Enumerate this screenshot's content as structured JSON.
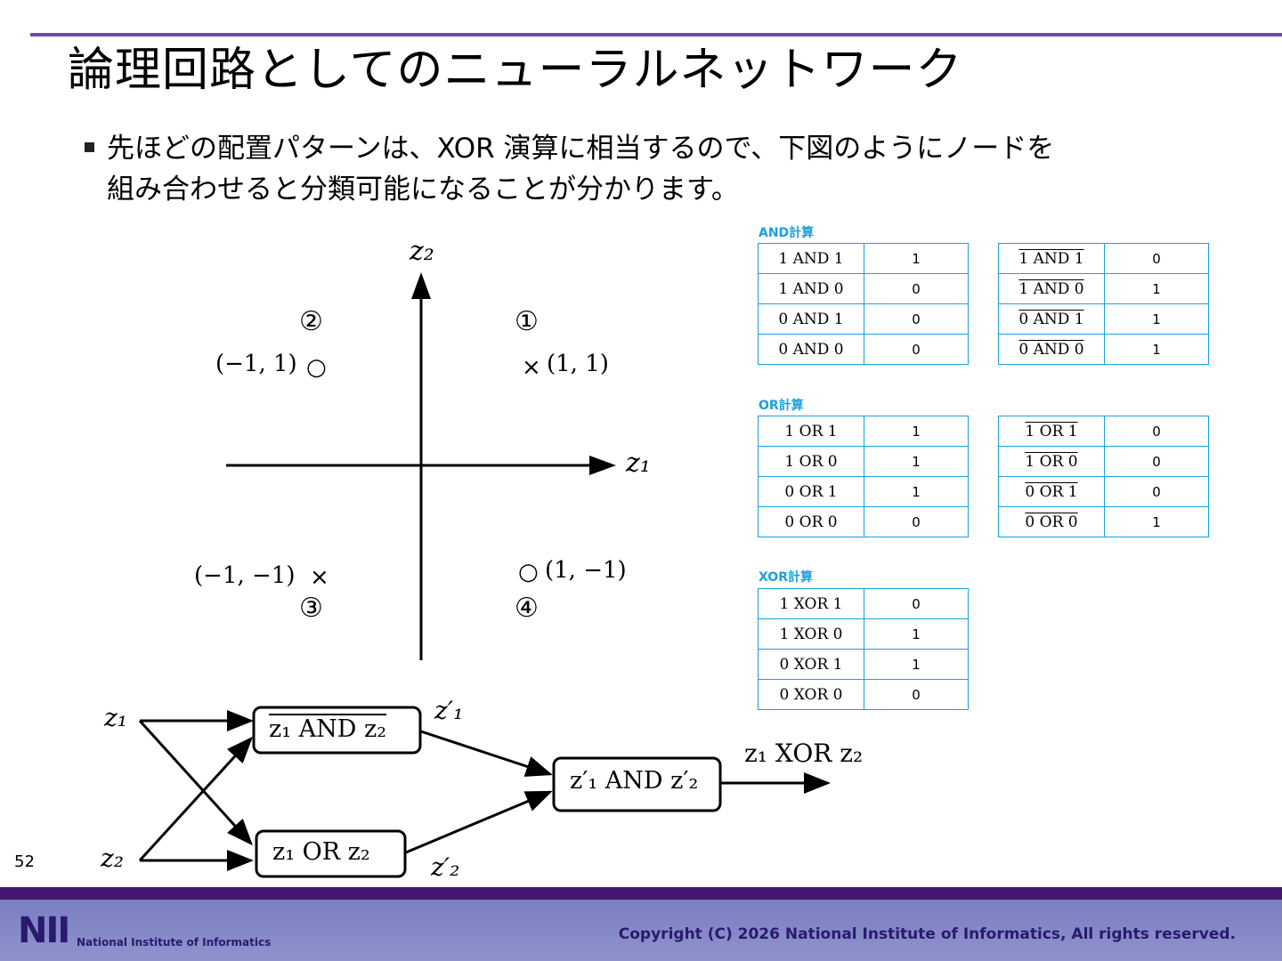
{
  "title": "論理回路としてのニューラルネットワーク",
  "bullet": {
    "line1": "先ほどの配置パターンは、XOR 演算に相当するので、下図のようにノードを",
    "line2": "組み合わせると分類可能になることが分かります。"
  },
  "scatter": {
    "x_axis_label": "z₁",
    "y_axis_label": "z₂",
    "quadrants": [
      "①",
      "②",
      "③",
      "④"
    ],
    "points": [
      {
        "coord": "(1, 1)",
        "marker": "×",
        "x": 1,
        "y": 1
      },
      {
        "coord": "(−1, 1)",
        "marker": "○",
        "x": -1,
        "y": 1
      },
      {
        "coord": "(−1, −1)",
        "marker": "×",
        "x": -1,
        "y": -1
      },
      {
        "coord": "(1, −1)",
        "marker": "○",
        "x": 1,
        "y": -1
      }
    ]
  },
  "tables": {
    "and_title": "AND計算",
    "and": [
      [
        "1 AND 1",
        "1"
      ],
      [
        "1 AND 0",
        "0"
      ],
      [
        "0 AND 1",
        "0"
      ],
      [
        "0 AND 0",
        "0"
      ]
    ],
    "nand": [
      [
        "1 AND 1",
        "0"
      ],
      [
        "1 AND 0",
        "1"
      ],
      [
        "0 AND 1",
        "1"
      ],
      [
        "0 AND 0",
        "1"
      ]
    ],
    "or_title": "OR計算",
    "or": [
      [
        "1 OR 1",
        "1"
      ],
      [
        "1 OR 0",
        "1"
      ],
      [
        "0 OR 1",
        "1"
      ],
      [
        "0 OR 0",
        "0"
      ]
    ],
    "nor": [
      [
        "1 OR 1",
        "0"
      ],
      [
        "1 OR 0",
        "0"
      ],
      [
        "0 OR 1",
        "0"
      ],
      [
        "0 OR 0",
        "1"
      ]
    ],
    "xor_title": "XOR計算",
    "xor": [
      [
        "1 XOR 1",
        "0"
      ],
      [
        "1 XOR 0",
        "1"
      ],
      [
        "0 XOR 1",
        "1"
      ],
      [
        "0 XOR 0",
        "0"
      ]
    ]
  },
  "circuit": {
    "input1": "z₁",
    "input2": "z₂",
    "gate_nand": "z₁ AND z₂",
    "gate_or": "z₁ OR z₂",
    "gate_and": "z′₁ AND z′₂",
    "mid1": "z′₁",
    "mid2": "z′₂",
    "output": "z₁ XOR z₂"
  },
  "page_number": "52",
  "footer": {
    "logo": "NII",
    "logo_text": "National Institute of Informatics",
    "copyright": "Copyright (C) 2026 National Institute of Informatics, All rights reserved."
  }
}
